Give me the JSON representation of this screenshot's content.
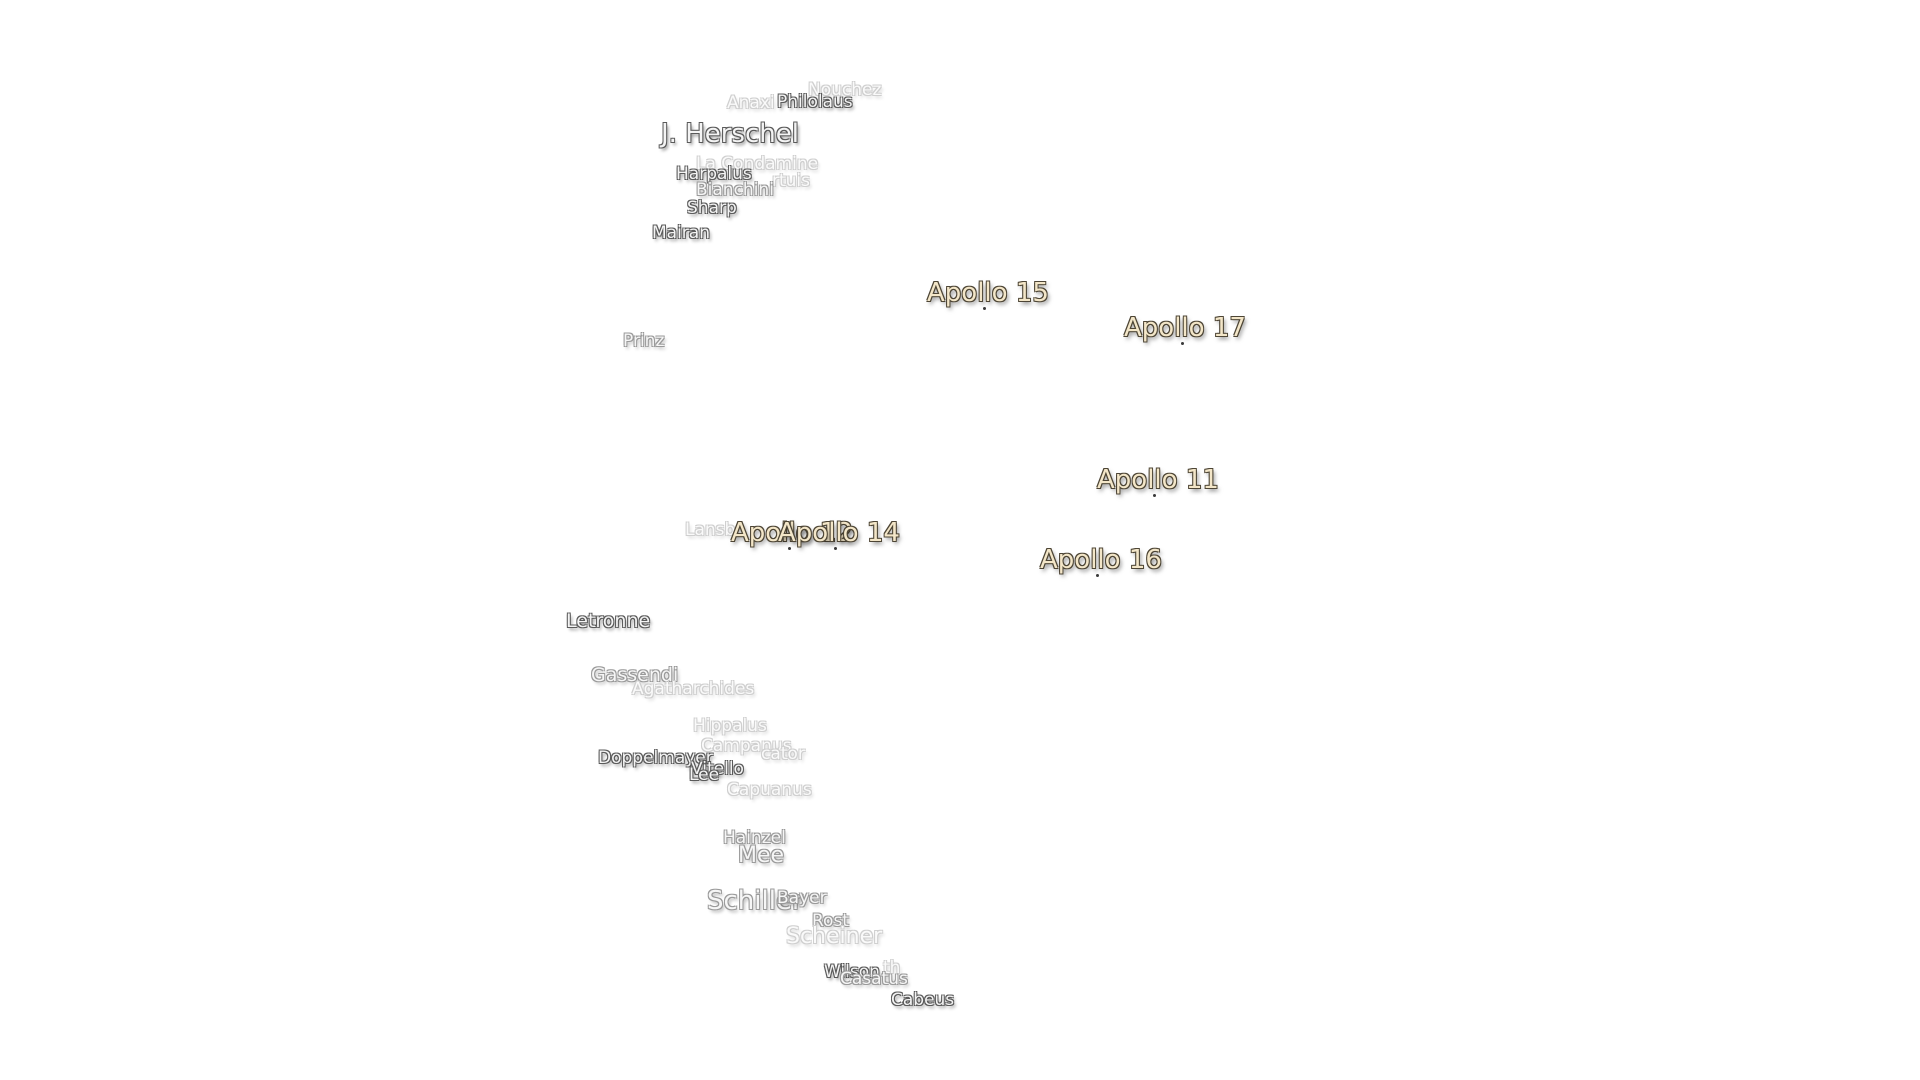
{
  "map": {
    "craters_north": {
      "nouchez": "Nouchez",
      "anaxi": "Anaxi",
      "philolaus": "Philolaus",
      "j_herschel": "J. Herschel",
      "la_condamine": "La Condamine",
      "bartuis": "rtuis",
      "harpalus": "Harpalus",
      "bianchini": "Bianchini",
      "sharp": "Sharp",
      "mairan": "Mairan",
      "prinz": "Prinz"
    },
    "apollo_sites": {
      "apollo_15": "Apollo 15",
      "apollo_17": "Apollo 17",
      "apollo_11": "Apollo 11",
      "apollo_12": "Apollo 12",
      "apollo_14": "Apollo 14",
      "apollo_16": "Apollo 16"
    },
    "craters_south": {
      "lansberg": "Lansb",
      "letronne": "Letronne",
      "gassendi": "Gassendi",
      "agatharchides": "Agatharchides",
      "hippalus": "Hippalus",
      "campanus": "Campanus",
      "mercator": "cator",
      "doppelmayer": "Doppelmayer",
      "vitello": "Vitello",
      "lee": "Lee",
      "capuanus": "Capuanus",
      "hainzel": "Hainzel",
      "mee": "Mee",
      "schiller": "Schiller",
      "bayer": "Bayer",
      "rost": "Rost",
      "scheiner": "Scheiner",
      "wilson": "Wilson",
      "casatus": "Casatus",
      "klaproth": "th",
      "cabeus": "Cabeus"
    }
  }
}
